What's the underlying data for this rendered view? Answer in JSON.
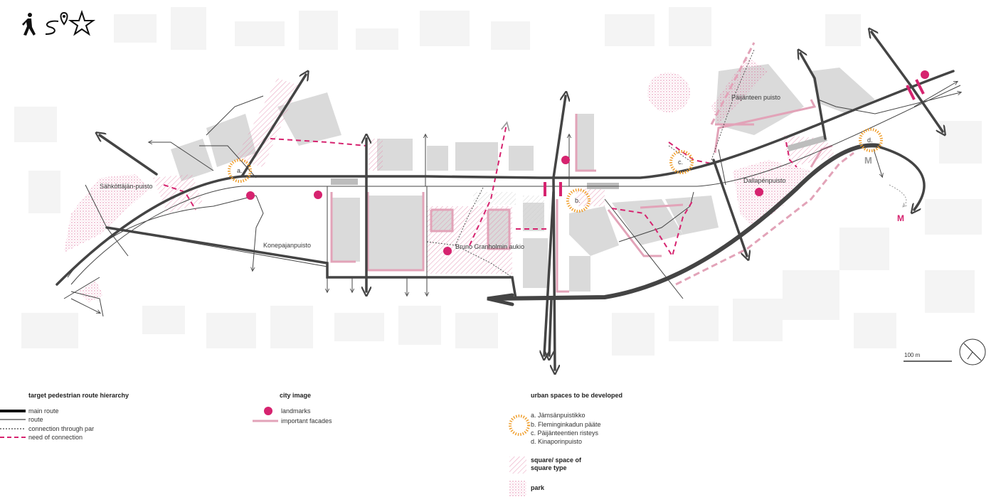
{
  "icons": [
    "pedestrian-icon",
    "route-pin-icon",
    "star-icon"
  ],
  "colors": {
    "route_dark": "#444444",
    "magenta": "#d6236f",
    "facade_pink": "#e2a3b8",
    "building_grey": "#d9d9d9",
    "orange_ring": "#f0a030"
  },
  "map_labels": {
    "sahkottajanpuisto": "Sähköttäjän-puisto",
    "konepajanpuisto": "Konepajanpuisto",
    "bruno_granholmin_aukio": "Bruno Granholmin aukio",
    "paijanteen_puisto": "Päijänteen puisto",
    "dallapenpuisto": "Dallapénpuisto",
    "space_a": "a.",
    "space_b": "b.",
    "space_c": "c.",
    "space_d": "d.",
    "metro_1": "M",
    "metro_2": "M"
  },
  "scale": {
    "label": "100 m"
  },
  "legend": {
    "hierarchy": {
      "title": "target pedestrian route hierarchy",
      "items": [
        "main route",
        "route",
        "connection through par",
        "need of connection"
      ]
    },
    "city_image": {
      "title": "city image",
      "items": [
        "landmarks",
        "important facades"
      ]
    },
    "urban_spaces": {
      "title": "urban spaces to be developed",
      "items": [
        "a. Jämsänpuistikko",
        "b. Fleminginkadun pääte",
        "c. Päijänteentien risteys",
        "d. Kinaporinpuisto"
      ],
      "square_label": "square/ space of square type",
      "park_label": "park"
    }
  }
}
